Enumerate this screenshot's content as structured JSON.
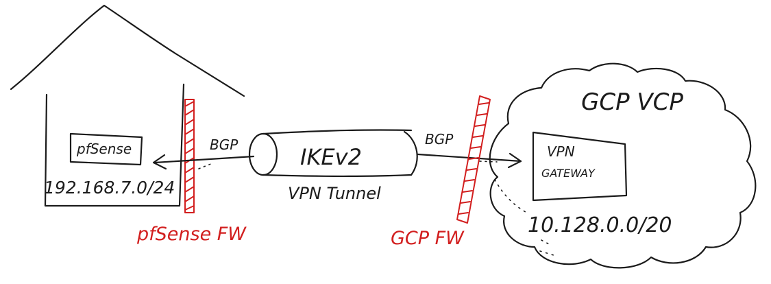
{
  "labels": {
    "pfsense": "pfSense",
    "home_subnet": "192.168.7.0/24",
    "bgp_left": "BGP",
    "ikev2": "IKEv2",
    "vpn_tunnel": "VPN Tunnel",
    "bgp_right": "BGP",
    "cloud_title": "GCP VCP",
    "vpn_gateway_line1": "VPN",
    "vpn_gateway_line2": "GATEWAY",
    "gcp_subnet": "10.128.0.0/20",
    "pfsense_fw": "pfSense FW",
    "gcp_fw": "GCP FW"
  },
  "colors": {
    "ink": "#1b1b1b",
    "firewall": "#d21f1f"
  }
}
